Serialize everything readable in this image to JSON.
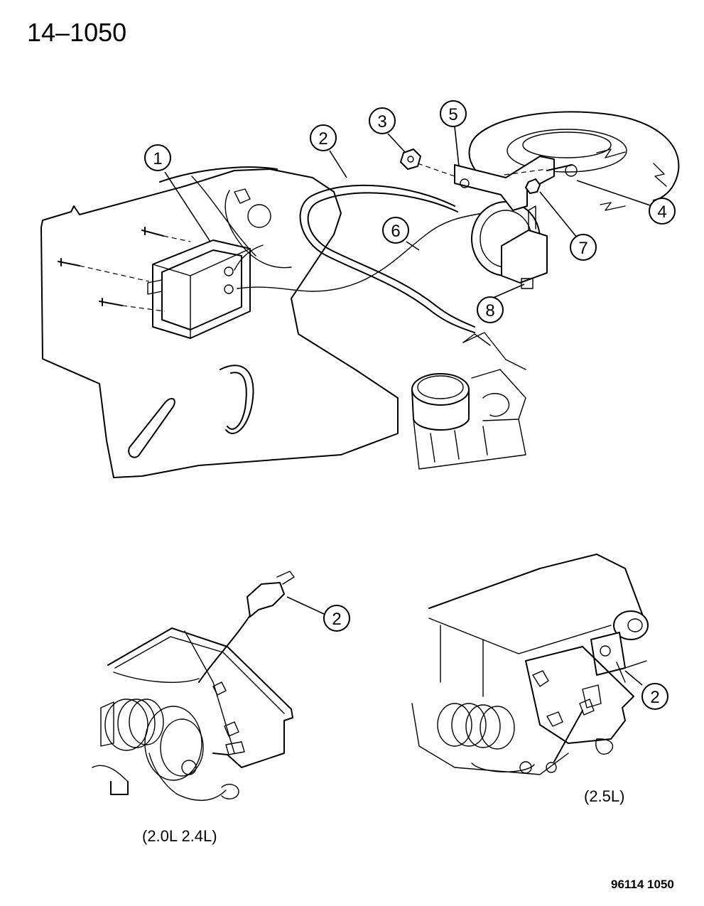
{
  "page": {
    "title": "14–1050",
    "footer_code": "96114  1050"
  },
  "views": {
    "bottom_left_caption": "(2.0L  2.4L)",
    "bottom_right_caption": "(2.5L)"
  },
  "callouts": [
    {
      "id": "c1",
      "label": "1"
    },
    {
      "id": "c2",
      "label": "2"
    },
    {
      "id": "c3",
      "label": "3"
    },
    {
      "id": "c4",
      "label": "4"
    },
    {
      "id": "c5",
      "label": "5"
    },
    {
      "id": "c6",
      "label": "6"
    },
    {
      "id": "c7",
      "label": "7"
    },
    {
      "id": "c8",
      "label": "8"
    },
    {
      "id": "c2-left",
      "label": "2"
    },
    {
      "id": "c2-right",
      "label": "2"
    }
  ]
}
